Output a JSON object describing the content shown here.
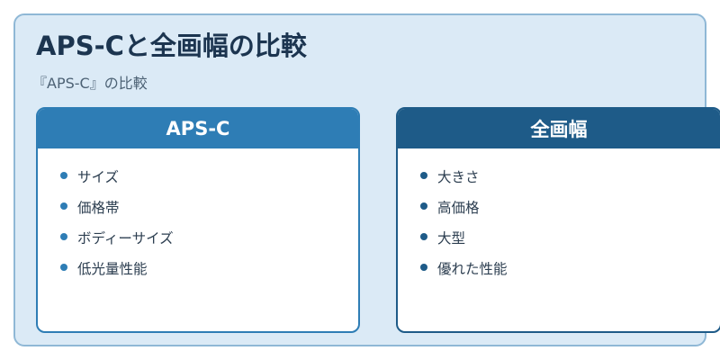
{
  "title": "APS-Cと全画幅の比較",
  "subtitle": "『APS-C』の比較",
  "colors": {
    "background": "#dbeaf6",
    "left_accent": "#2e7db5",
    "right_accent": "#1e5b88",
    "title_text": "#1c3550"
  },
  "left_card": {
    "header": "APS-C",
    "items": [
      "サイズ",
      "価格帯",
      "ボディーサイズ",
      "低光量性能"
    ]
  },
  "right_card": {
    "header": "全画幅",
    "items": [
      "大きさ",
      "高価格",
      "大型",
      "優れた性能"
    ]
  }
}
